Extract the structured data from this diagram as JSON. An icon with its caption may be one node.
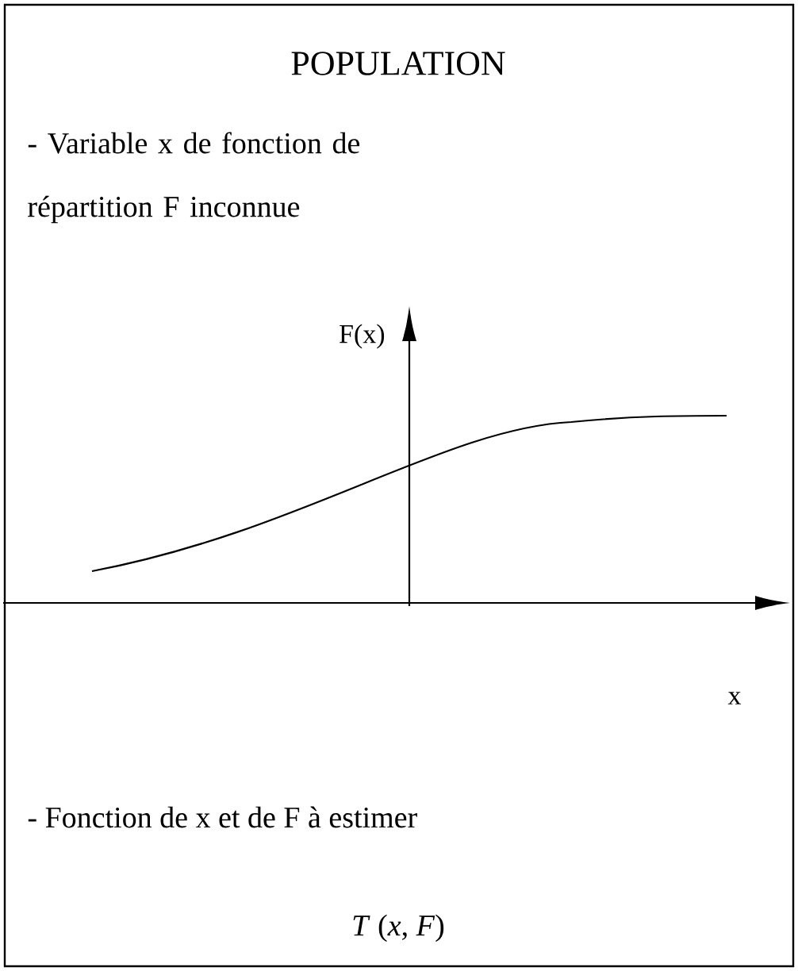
{
  "diagram": {
    "nodes": [
      {
        "text": [
          "POPULATION",
          "- Variable x de fonction de répartition F inconnue",
          "- Fonction de x et de F à estimer",
          "*T* (*x*, *F*)"
        ]
      }
    ],
    "labels": [
      "F(x)",
      "x"
    ]
  }
}
